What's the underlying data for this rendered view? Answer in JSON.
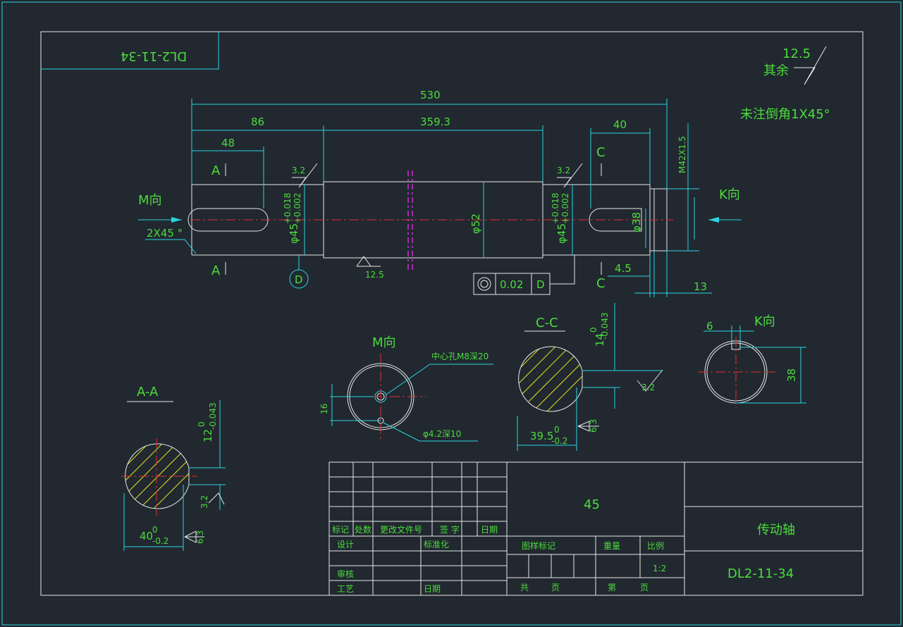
{
  "drawing": {
    "code_mirrored": "DL2-11-34",
    "roughness_note": {
      "prefix": "其余",
      "value": "12.5"
    },
    "chamfer_note": "未注倒角1X45°"
  },
  "dimensions": {
    "d530": "530",
    "d86": "86",
    "d359": "359.3",
    "d48": "48",
    "d40": "40",
    "m42": "M42X1.5",
    "phi52": "φ52",
    "phi38": "φ38",
    "phi45_l": "φ45",
    "phi45_l_up": "+0.018",
    "phi45_l_lo": "+0.002",
    "phi45_r": "φ45",
    "phi45_r_up": "+0.018",
    "phi45_r_lo": "+0.002",
    "chamfer": "2X45 °",
    "d45": "4.5",
    "d13": "13",
    "rough_32a": "3.2",
    "rough_32b": "3.2",
    "rough_125": "12.5",
    "tol_flat": "0.02",
    "datum": "D",
    "datum_label": "D"
  },
  "labels": {
    "m_dir": "M向",
    "k_dir": "K向",
    "sec_a_top": "A",
    "sec_a_bot": "A",
    "sec_c_top": "C",
    "sec_c_bot": "C"
  },
  "views": {
    "m_view": {
      "title": "M向",
      "note1": "中心孔M8深20",
      "note2": "φ4.2深10",
      "dim16": "16"
    },
    "cc": {
      "title": "C-C",
      "d14": "14",
      "d14_up": "0",
      "d14_lo": "-0.043",
      "d395": "39.5",
      "d395_up": "0",
      "d395_lo": "-0.2",
      "r32": "3.2",
      "r63": "6.3"
    },
    "kv": {
      "title": "K向",
      "d6": "6",
      "d38": "38"
    },
    "aa": {
      "title": "A-A",
      "d12": "12",
      "d12_up": "0",
      "d12_lo": "-0.043",
      "d40": "40",
      "d40_up": "0",
      "d40_lo": "-0.2",
      "r32": "3.2",
      "r63": "6.3"
    }
  },
  "title_block": {
    "material": "45",
    "part_name": "传动轴",
    "drawing_no": "DL2-11-34",
    "rev_headers": [
      "标记",
      "处数",
      "更改文件号",
      "签 字",
      "日期"
    ],
    "design": "设计",
    "standard": "标准化",
    "review": "审核",
    "process": "工艺",
    "date": "日期",
    "stage_mark": "图样标记",
    "weight": "重量",
    "scale_label": "比例",
    "scale": "1:2",
    "total": "共",
    "sheet": "页",
    "no": "第",
    "sheet2": "页"
  }
}
